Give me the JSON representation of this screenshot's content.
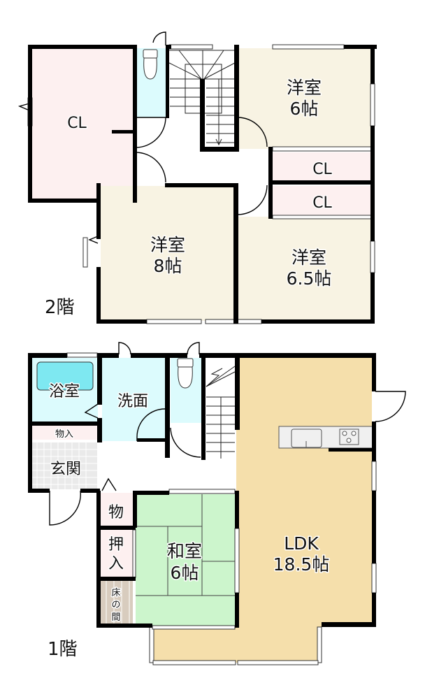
{
  "colors": {
    "wall": "#000000",
    "closet": "#fdf0f0",
    "western_room": "#f8f3e3",
    "toilet_wash": "#dcfbfd",
    "bathtub": "#7ee8f1",
    "ldk": "#f5dfab",
    "washitsu": "#ccf5cc",
    "genkan": "#eaeaea",
    "tokonoma": "#d8ccbe",
    "hall": "#ffffff"
  },
  "floors": [
    {
      "label": "2階",
      "rooms": [
        {
          "id": "cl-large",
          "name": "CL",
          "size": ""
        },
        {
          "id": "yoshitsu-6",
          "name": "洋室",
          "size": "6帖"
        },
        {
          "id": "cl-upper",
          "name": "CL",
          "size": ""
        },
        {
          "id": "cl-lower",
          "name": "CL",
          "size": ""
        },
        {
          "id": "yoshitsu-8",
          "name": "洋室",
          "size": "8帖"
        },
        {
          "id": "yoshitsu-6-5",
          "name": "洋室",
          "size": "6.5帖"
        }
      ]
    },
    {
      "label": "1階",
      "rooms": [
        {
          "id": "bath",
          "name": "浴室",
          "size": ""
        },
        {
          "id": "washroom",
          "name": "洗面",
          "size": ""
        },
        {
          "id": "storage-entry",
          "name": "物入",
          "size": ""
        },
        {
          "id": "genkan",
          "name": "玄関",
          "size": ""
        },
        {
          "id": "storage",
          "name": "物",
          "size": ""
        },
        {
          "id": "oshiire",
          "name": "押入",
          "size": ""
        },
        {
          "id": "tokonoma",
          "name": "床の間",
          "size": ""
        },
        {
          "id": "washitsu",
          "name": "和室",
          "size": "6帖"
        },
        {
          "id": "ldk",
          "name": "LDK",
          "size": "18.5帖"
        }
      ]
    }
  ],
  "labels": {
    "f2": "2階",
    "f1": "1階",
    "cl_large": "CL",
    "y6_name": "洋室",
    "y6_size": "6帖",
    "cl_upper": "CL",
    "cl_lower": "CL",
    "y8_name": "洋室",
    "y8_size": "8帖",
    "y65_name": "洋室",
    "y65_size": "6.5帖",
    "bath": "浴室",
    "wash": "洗面",
    "monoire": "物入",
    "genkan": "玄関",
    "mono": "物",
    "oshi1": "押",
    "oshi2": "入",
    "toko1": "床",
    "toko2": "の",
    "toko3": "間",
    "wa_name": "和室",
    "wa_size": "6帖",
    "ldk_name": "LDK",
    "ldk_size": "18.5帖"
  }
}
